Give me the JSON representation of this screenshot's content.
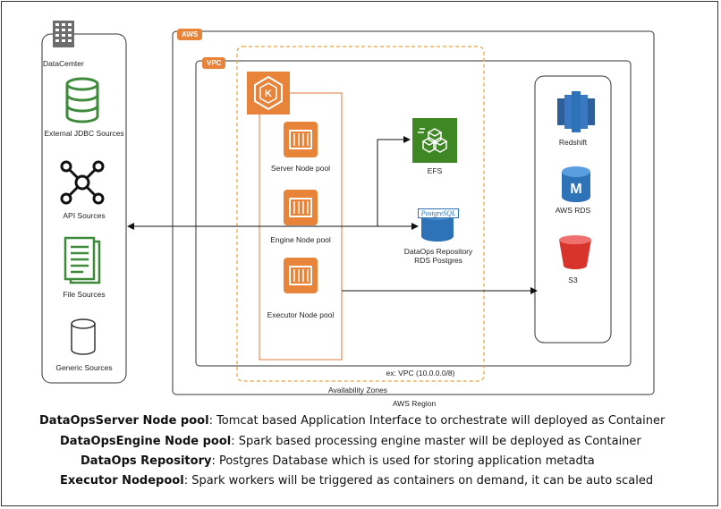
{
  "datacenter": {
    "title": "DataCemter",
    "items": [
      {
        "label": "External JDBC Sources",
        "icon": "database-icon"
      },
      {
        "label": "API Sources",
        "icon": "network-hub-icon"
      },
      {
        "label": "File Sources",
        "icon": "documents-icon"
      },
      {
        "label": "Generic Sources",
        "icon": "cylinder-icon"
      }
    ]
  },
  "aws": {
    "aws_tag": "AWS",
    "vpc_tag": "VPC",
    "region_label": "AWS Region",
    "availability_zones_label": "Availability Zones",
    "vpc_label": "ex: VPC (10.0.0.0/8)",
    "node_pools": [
      {
        "label": "Server Node pool"
      },
      {
        "label": "Engine Node pool"
      },
      {
        "label": "Executor Node pool"
      }
    ],
    "efs_label": "EFS",
    "postgres_badge": "PostgreSQL",
    "repository_label_line1": "DataOps Repository",
    "repository_label_line2": "RDS Postgres",
    "storage": [
      {
        "label": "Redshift"
      },
      {
        "label": "AWS RDS"
      },
      {
        "label": "S3"
      }
    ]
  },
  "colors": {
    "orange": "#e8833a",
    "green_db": "#3d8a3a",
    "efs_green": "#3f8624",
    "aws_blue": "#2e73b8",
    "s3_red": "#d9342b"
  },
  "descriptions": [
    {
      "term": "DataOpsServer Node pool",
      "text": ": Tomcat based Application Interface to orchestrate will deployed as Container"
    },
    {
      "term": "DataOpsEngine Node pool",
      "text": ": Spark based processing engine master will be deployed as Container"
    },
    {
      "term": "DataOps Repository",
      "text": ": Postgres Database which is used for storing application metadta"
    },
    {
      "term": "Executor Nodepool",
      "text": ": Spark workers will be triggered as containers on demand, it can be auto scaled"
    }
  ]
}
